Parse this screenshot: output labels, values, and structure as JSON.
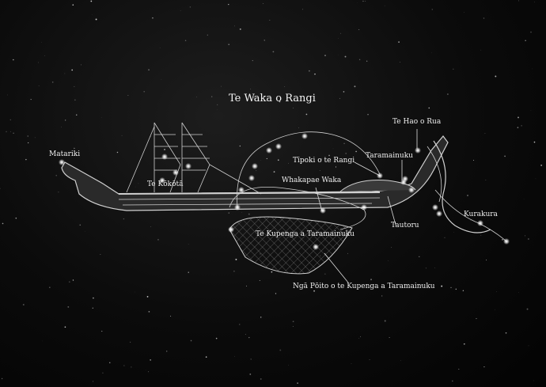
{
  "title": "Te Waka o Rangi",
  "labels": {
    "matariki": "Matariki",
    "te_kokota": "Te Kōkōtā",
    "tipoki": "Tīpoki o te Rangi",
    "whakapae_waka": "Whakapae Waka",
    "te_hao_o_rua": "Te Hao o Rua",
    "taramainuku": "Taramainuku",
    "tautoru": "Tautoru",
    "kurakura": "Kurakura",
    "te_kupenga": "Te Kupenga a Taramainuku",
    "nga_poito": "Ngā Pōito o te Kupenga a Taramainuku"
  },
  "colors": {
    "background": "#050505",
    "line": "#d8d8d8",
    "star": "#ffffff"
  }
}
